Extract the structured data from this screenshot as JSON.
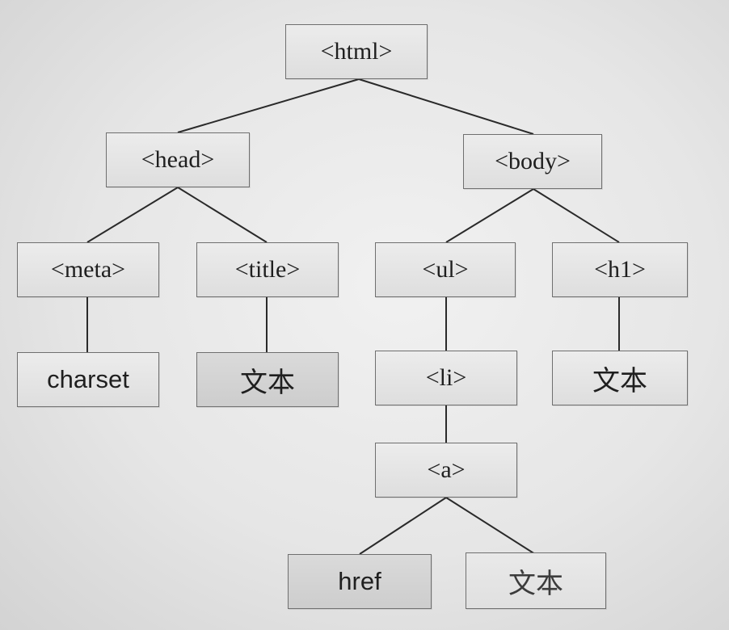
{
  "tree": {
    "html": "<html>",
    "head": "<head>",
    "body": "<body>",
    "meta": "<meta>",
    "title": "<title>",
    "ul": "<ul>",
    "h1": "<h1>",
    "charset": "charset",
    "title_text": "文本",
    "li": "<li>",
    "h1_text": "文本",
    "a": "<a>",
    "href": "href",
    "a_text": "文本"
  }
}
